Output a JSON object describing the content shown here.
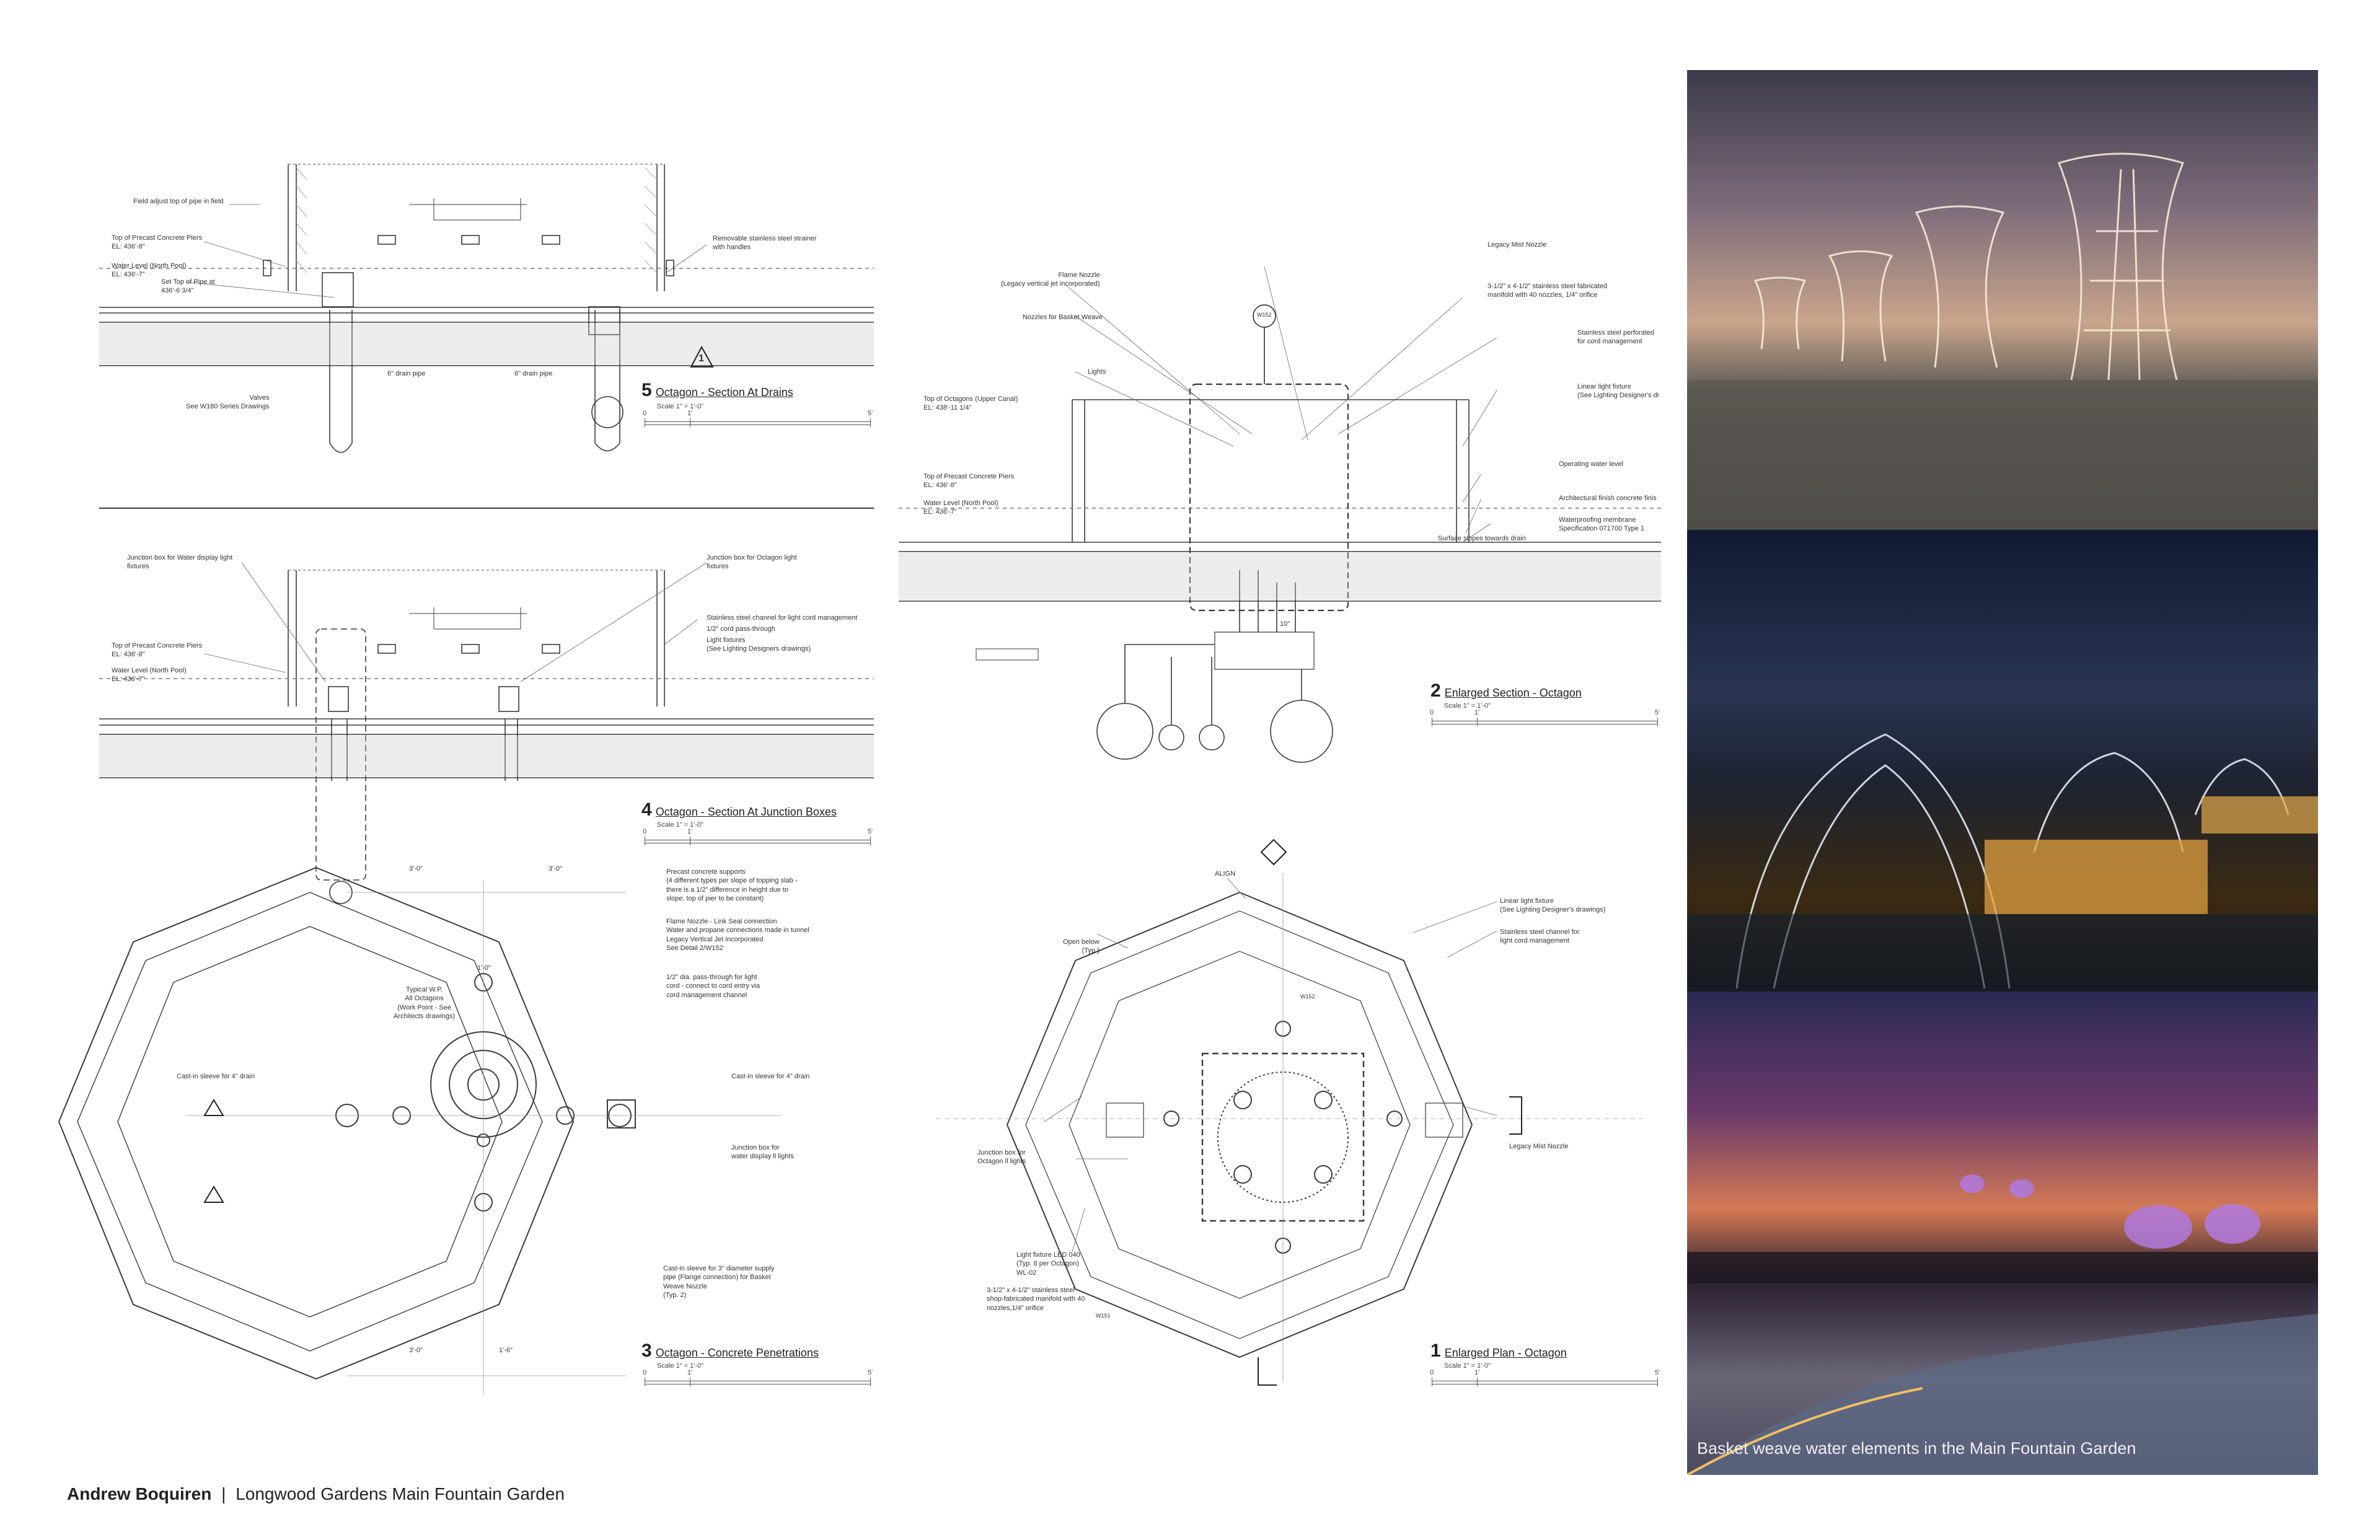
{
  "footer": {
    "author": "Andrew Boquiren",
    "separator": "|",
    "project": "Longwood Gardens Main Fountain Garden"
  },
  "photo_caption": "Basket weave water elements in the Main Fountain Garden",
  "drawings": {
    "d5": {
      "number": "5",
      "title": "Octagon - Section At Drains",
      "scale": "Scale 1\" = 1'-0\"",
      "notes": {
        "field_adjust": "Field adjust top of pipe in field",
        "top_piers": "Top of Precast Concrete Piers\nEL: 436'-8\"",
        "water_level": "Water Level (North Pool)\nEL: 436'-7\"",
        "set_top_pipe": "Set Top of Pipe at\n436'-6 3/4\"",
        "strainer": "Removable stainless steel strainer\nwith handles",
        "drain_pipe_a": "6\" drain pipe",
        "drain_pipe_b": "6\" drain pipe",
        "valves": "Valves\nSee W180 Series Drawings",
        "tag": "1"
      }
    },
    "d4": {
      "number": "4",
      "title": "Octagon - Section At Junction Boxes",
      "scale": "Scale 1\" = 1'-0\"",
      "notes": {
        "jbox_water": "Junction box for Water display  light\nfixtures",
        "jbox_octagon": "Junction box for Octagon light\nfixtures",
        "channel": "Stainless steel channel for light cord management",
        "cord_pass": "1/2\" cord pass-through",
        "fixtures": "Light fixtures\n(See Lighting Designers drawings)",
        "top_piers": "Top of Precast Concrete Piers\nEL: 436'-8\"",
        "water_level": "Water Level (North Pool)\nEL: 436'-7\""
      }
    },
    "d3": {
      "number": "3",
      "title": "Octagon - Concrete Penetrations",
      "scale": "Scale 1\" = 1'-0\"",
      "notes": {
        "supports": "Precast concrete supports\n(4 different types per slope of topping slab -\nthere is a 1/2\" difference in height due to\nslope, top of pier to be constant)",
        "flame_nozzle": "Flame Nozzle - Link Seal connection\nWater and propane connections made in tunnel\nLegacy Vertical Jet incorporated\nSee Detail 2/W152",
        "cord_pass": "1/2\" dia. pass-through for light\ncord - connect to cord entry via\ncord management channel",
        "typical_wp": "Typical W.P.\nAll Octagons\n(Work Point - See\nArchitects drawings)",
        "sleeve_left": "Cast-in sleeve  for 4\" drain",
        "sleeve_right": "Cast-in sleeve for 4\" drain",
        "jbox": "Junction box for\nwater display ll lights",
        "sleeve_supply": "Cast-in sleeve for 3\" diameter supply\npipe (Flange connection) for Basket\nWeave Nozzle\n(Typ. 2)",
        "dim_a": "3'-0\"",
        "dim_b": "3'-0\"",
        "dim_c": "3'-0\"",
        "dim_d": "1'-0\"",
        "dim_e": "1'-6\""
      }
    },
    "d2": {
      "number": "2",
      "title": "Enlarged Section - Octagon",
      "scale": "Scale 1\" = 1'-0\"",
      "notes": {
        "mist_nozzle": "Legacy Mist Nozzle",
        "flame_nozzle": "Flame Nozzle\n(Legacy vertical jet incorporated)",
        "basket_nozzles": "Nozzles for Basket Weave",
        "manifold": "3-1/2\" x 4-1/2\" stainless steel fabricated\nmanifold with 40 nozzles, 1/4\" orifice",
        "perforated": "Stainless steel perforated\nfor cord management",
        "lights": "Lights",
        "linear_fixture": "Linear light fixture\n(See Lighting Designer's dr",
        "top_octagons": "Top of Octagons (Upper Canal)\nEL: 438'-11 1/4\"",
        "top_piers": "Top of Precast Concrete Piers\nEL: 436'-8\"",
        "water_level": "Water Level (North Pool)\nEL: 436'-7\"",
        "operating_level": "Operating water level",
        "arch_finish": "Architectural finish concrete finis",
        "membrane": "Waterproofing membrane\nSpecification 071700 Type 1",
        "slopes": "Surface slopes towards drain",
        "dim": "10\"",
        "ref": "W152"
      }
    },
    "d1": {
      "number": "1",
      "title": "Enlarged Plan - Octagon",
      "scale": "Scale 1\" = 1'-0\"",
      "notes": {
        "align": "ALIGN",
        "open_below": "Open below\n(Typ.)",
        "linear_fixture": "Linear light fixture\n(See Lighting Designer's drawings)",
        "channel": "Stainless steel channel for\nlight cord management",
        "jbox": "Junction box for\nOctagon ll lights",
        "mist_nozzle": "Legacy Mist Nozzle",
        "led": "Light fixture LED 040\n(Typ. 8 per Octagon)\nWL-02",
        "manifold": "3-1/2\" x 4-1/2\" stainless steel\nshop-fabricated manifold with 40\nnozzles,1/4\" orifice",
        "ref_a": "W152",
        "ref_b": "W151"
      }
    }
  },
  "scale_labels": {
    "zero": "0",
    "one": "1'",
    "five": "5'"
  },
  "colors": {
    "line": "#3a3a3a",
    "light_line": "#9a9a9a",
    "hatch": "#b5b5b5"
  }
}
